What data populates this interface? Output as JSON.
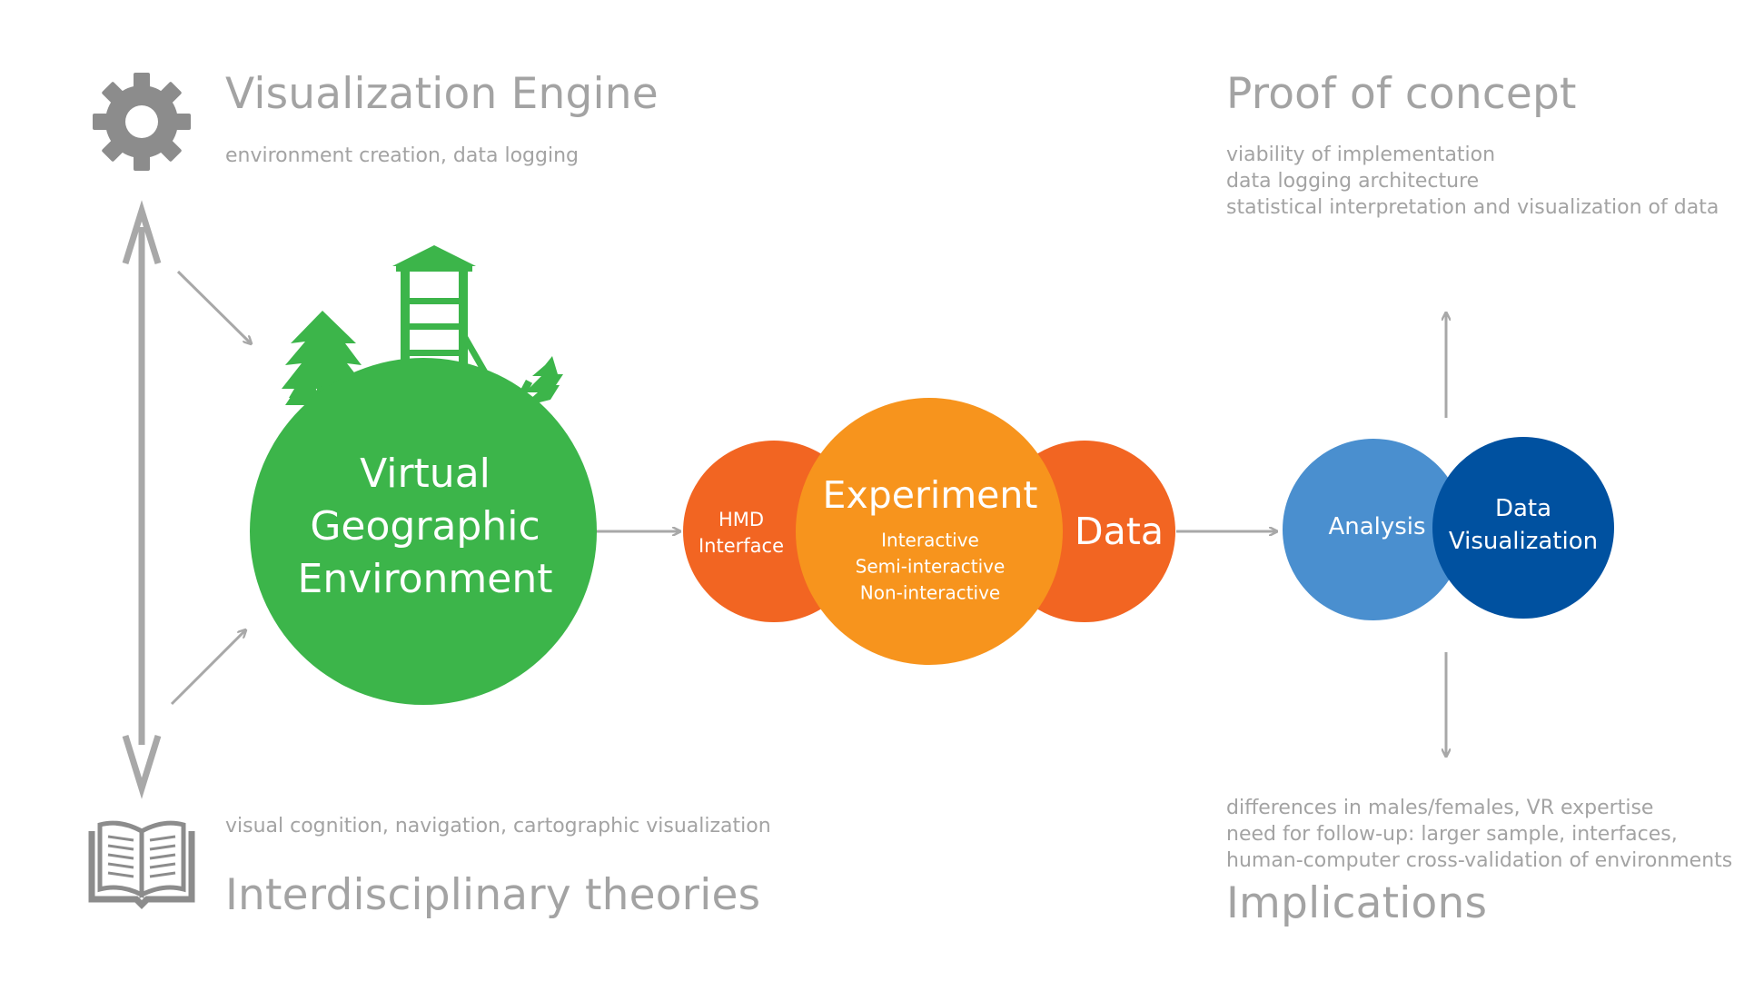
{
  "engine": {
    "title": "Visualization Engine",
    "subtitle": "environment creation, data logging",
    "icon": "gear-icon"
  },
  "theories": {
    "title": "Interdisciplinary theories",
    "subtitle": "visual cognition, navigation, cartographic visualization",
    "icon": "open-book-icon"
  },
  "vge": {
    "line1": "Virtual",
    "line2": "Geographic",
    "line3": "Environment",
    "color": "#3cb54a"
  },
  "hmd": {
    "line1": "HMD",
    "line2": "Interface",
    "color": "#f26522"
  },
  "experiment": {
    "title": "Experiment",
    "items": [
      "Interactive",
      "Semi-interactive",
      "Non-interactive"
    ],
    "color": "#f7941d"
  },
  "data_node": {
    "label": "Data",
    "color": "#f26522"
  },
  "analysis": {
    "label": "Analysis",
    "color": "#4a8fcf"
  },
  "data_vis": {
    "line1": "Data",
    "line2": "Visualization",
    "color": "#0051a0"
  },
  "proof": {
    "title": "Proof of concept",
    "lines": [
      "viability of implementation",
      "data logging architecture",
      "statistical interpretation and visualization of data"
    ]
  },
  "implications": {
    "title": "Implications",
    "lines": [
      "differences in males/females, VR expertise",
      "need for follow-up: larger sample, interfaces,",
      "human-computer cross-validation of environments"
    ]
  },
  "colors": {
    "text_gray": "#a3a3a3",
    "arrow_gray": "#a8a8a8",
    "icon_gray": "#8c8c8c",
    "green": "#3cb54a"
  }
}
